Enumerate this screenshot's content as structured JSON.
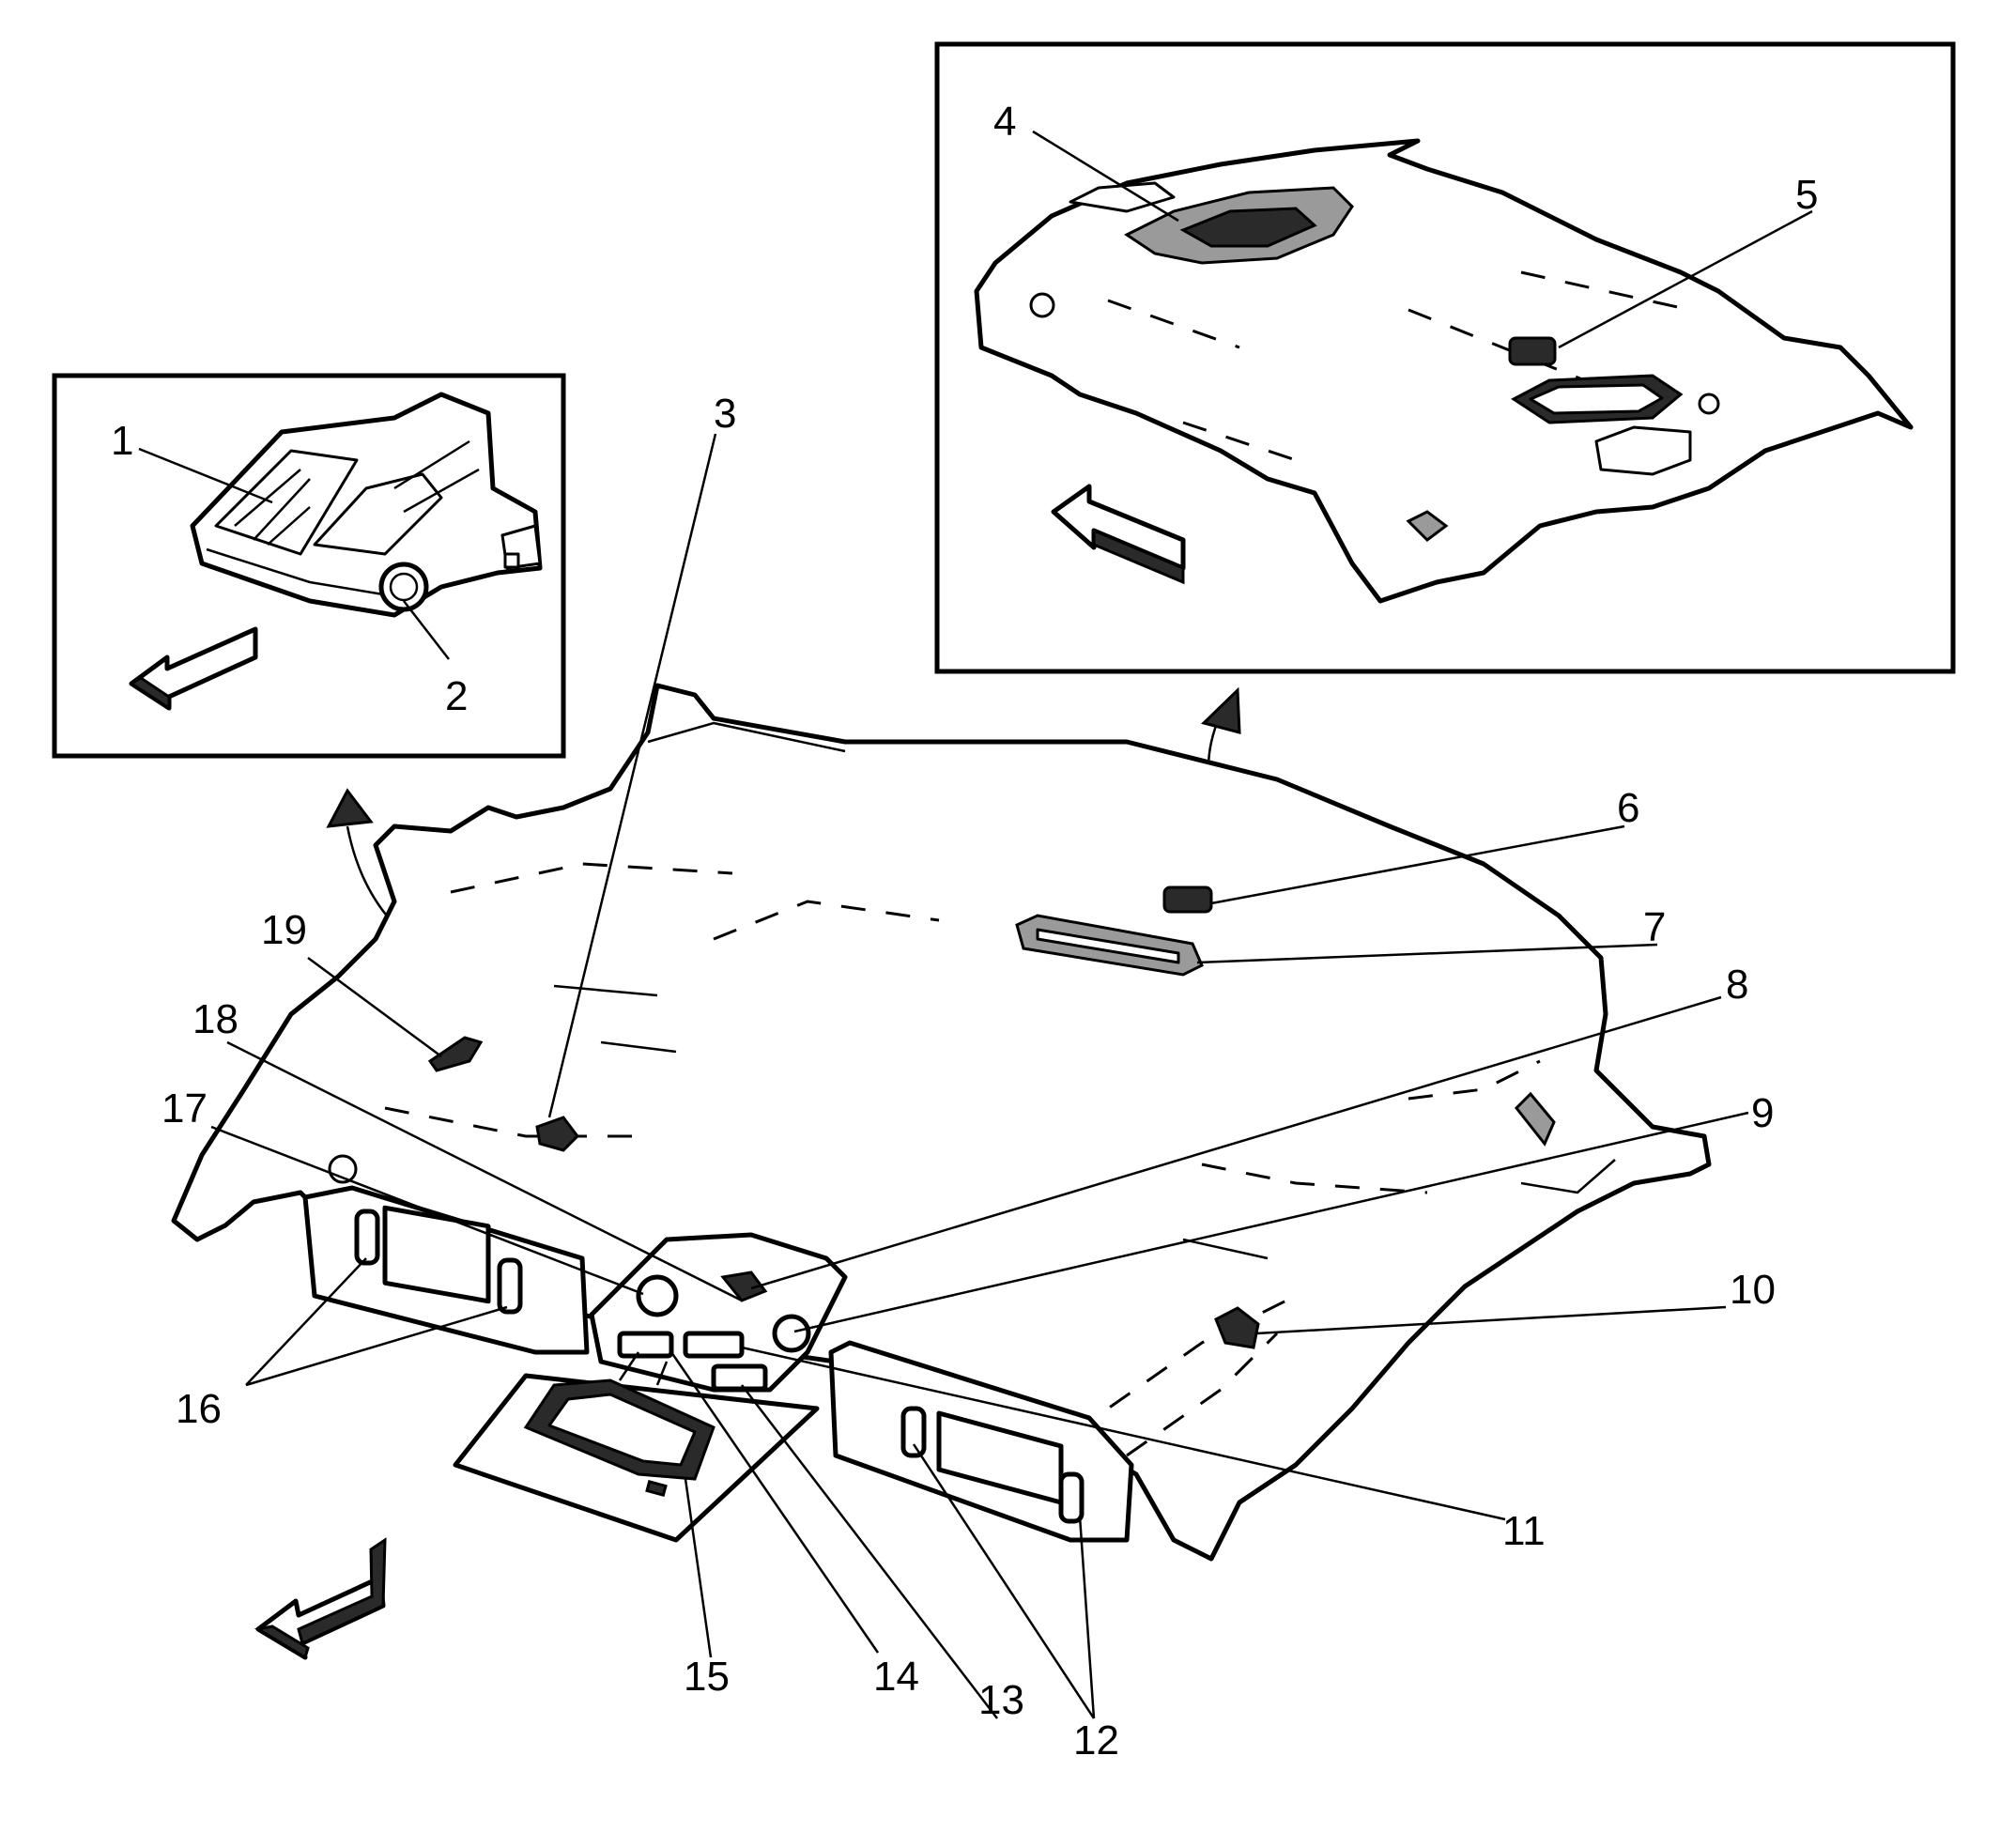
{
  "callouts": [
    "1",
    "2",
    "3",
    "4",
    "5",
    "6",
    "7",
    "8",
    "9",
    "10",
    "11",
    "12",
    "13",
    "14",
    "15",
    "16",
    "17",
    "18",
    "19"
  ],
  "colors": {
    "line": "#000000",
    "background": "#ffffff",
    "fill_dark": "#2a2a2a",
    "fill_grey": "#9a9a9a"
  },
  "icons": [
    "forward-direction-arrow-icon",
    "detail-view-arrow-icon"
  ]
}
